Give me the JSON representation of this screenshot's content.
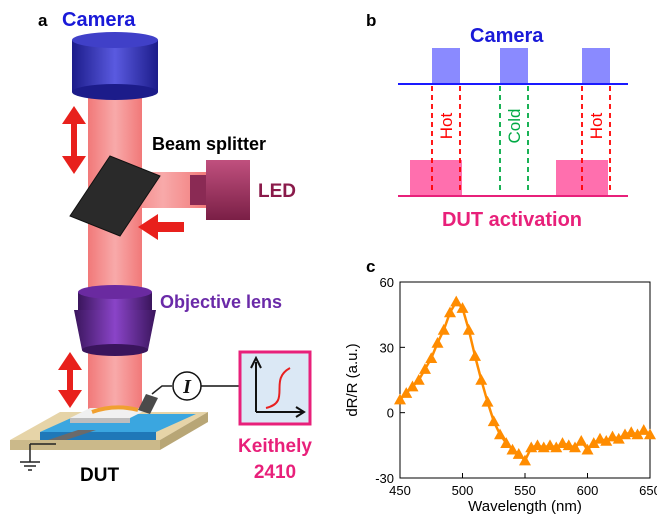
{
  "panel_a": {
    "panel_label": "a",
    "camera_label": "Camera",
    "beam_splitter_label": "Beam splitter",
    "led_label": "LED",
    "objective_label": "Objective lens",
    "dut_label": "DUT",
    "current_symbol": "I",
    "instrument_name": "Keithely",
    "instrument_model": "2410"
  },
  "panel_b": {
    "panel_label": "b",
    "camera_label": "Camera",
    "activation_label": "DUT activation",
    "phases": [
      "Hot",
      "Cold",
      "Hot"
    ],
    "colors": {
      "camera": "#7f7fff",
      "activation": "#ff66aa",
      "hot": "#ff0000",
      "cold": "#00aa44"
    }
  },
  "panel_c": {
    "panel_label": "c",
    "chart_data": {
      "type": "line",
      "xlabel": "Wavelength (nm)",
      "ylabel": "dR/R (a.u.)",
      "xlim": [
        450,
        650
      ],
      "ylim": [
        -30,
        60
      ],
      "xticks": [
        450,
        500,
        550,
        600,
        650
      ],
      "yticks": [
        -30,
        0,
        30,
        60
      ],
      "marker": "triangle",
      "color": "#ff8c00",
      "x": [
        450,
        455,
        460,
        465,
        470,
        475,
        480,
        485,
        490,
        495,
        500,
        505,
        510,
        515,
        520,
        525,
        530,
        535,
        540,
        545,
        550,
        555,
        560,
        565,
        570,
        575,
        580,
        585,
        590,
        595,
        600,
        605,
        610,
        615,
        620,
        625,
        630,
        635,
        640,
        645,
        650
      ],
      "y": [
        6,
        9,
        12,
        15,
        20,
        25,
        32,
        38,
        46,
        51,
        48,
        38,
        26,
        15,
        5,
        -4,
        -10,
        -14,
        -17,
        -19,
        -22,
        -16,
        -15,
        -16,
        -15,
        -16,
        -14,
        -15,
        -16,
        -13,
        -17,
        -14,
        -12,
        -13,
        -11,
        -12,
        -10,
        -9,
        -10,
        -8,
        -10
      ]
    }
  }
}
